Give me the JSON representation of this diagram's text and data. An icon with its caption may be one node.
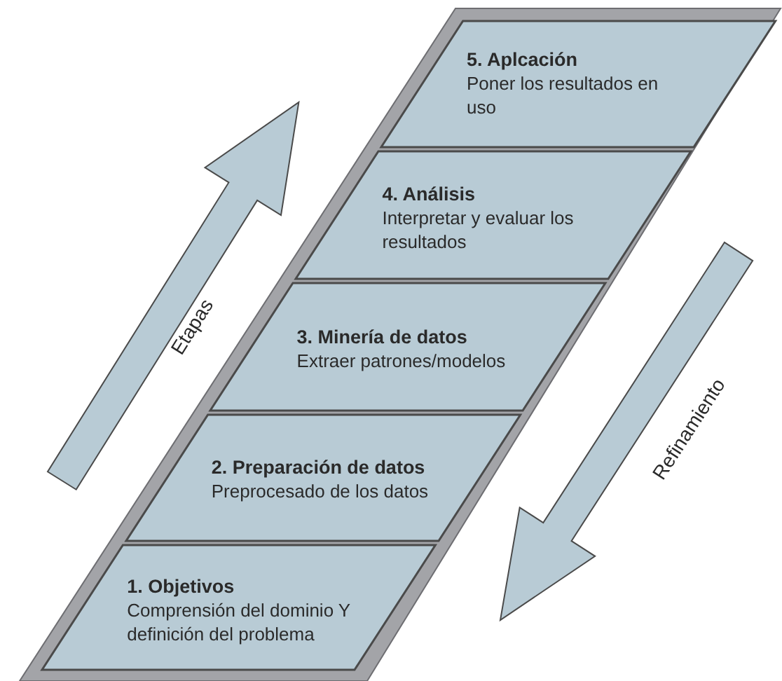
{
  "diagram": {
    "nodes": [
      {
        "text": [
          "5. Aplcación",
          "Poner los resultados en uso"
        ]
      },
      {
        "text": [
          "4. Análisis",
          "Interpretar y evaluar los resultados"
        ]
      },
      {
        "text": [
          "3. Minería de datos",
          "Extraer patrones/modelos"
        ]
      },
      {
        "text": [
          "2. Preparación de datos",
          "Preprocesado de los datos"
        ]
      },
      {
        "text": [
          "1. Objetivos",
          "Comprensión del dominio Y definición del problema"
        ]
      },
      {
        "text": [
          "Etapas"
        ]
      },
      {
        "text": [
          "Refinamiento"
        ]
      }
    ]
  }
}
